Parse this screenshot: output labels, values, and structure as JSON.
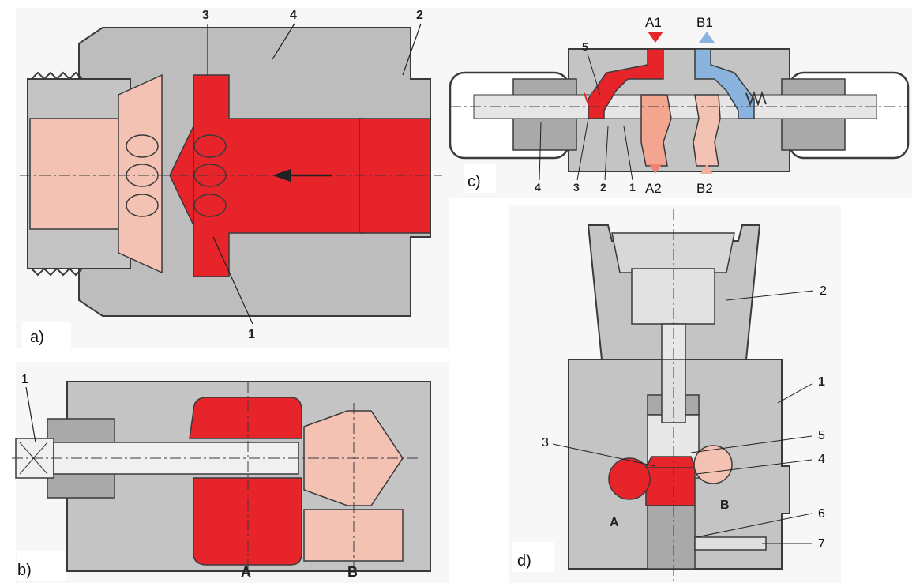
{
  "colors": {
    "pressure": "#e8242b",
    "pressure_light": "#f4c2b3",
    "body_gray": "#b9b9b9",
    "dark_gray": "#8e8e8e",
    "return_blue": "#8ab4de",
    "line": "#3a3a3a"
  },
  "panel_a": {
    "caption": "a)",
    "labels": {
      "n1": "1",
      "n2": "2",
      "n3": "3",
      "n4": "4"
    },
    "icons": [
      "flow-arrow-icon"
    ]
  },
  "panel_b": {
    "caption": "b)",
    "labels": {
      "n1": "1",
      "port_a": "A",
      "port_b": "B"
    }
  },
  "panel_c": {
    "caption": "c)",
    "labels": {
      "a1": "A1",
      "b1": "B1",
      "a2": "A2",
      "b2": "B2",
      "n1": "1",
      "n2": "2",
      "n3": "3",
      "n4": "4",
      "n5": "5"
    },
    "icons": [
      "port-a1-marker-icon",
      "port-b1-marker-icon",
      "port-a2-marker-icon",
      "port-b2-marker-icon"
    ]
  },
  "panel_d": {
    "caption": "d)",
    "labels": {
      "n1": "1",
      "n2": "2",
      "n3": "3",
      "n4": "4",
      "n5": "5",
      "n6": "6",
      "n7": "7",
      "port_a": "A",
      "port_b": "B"
    }
  }
}
